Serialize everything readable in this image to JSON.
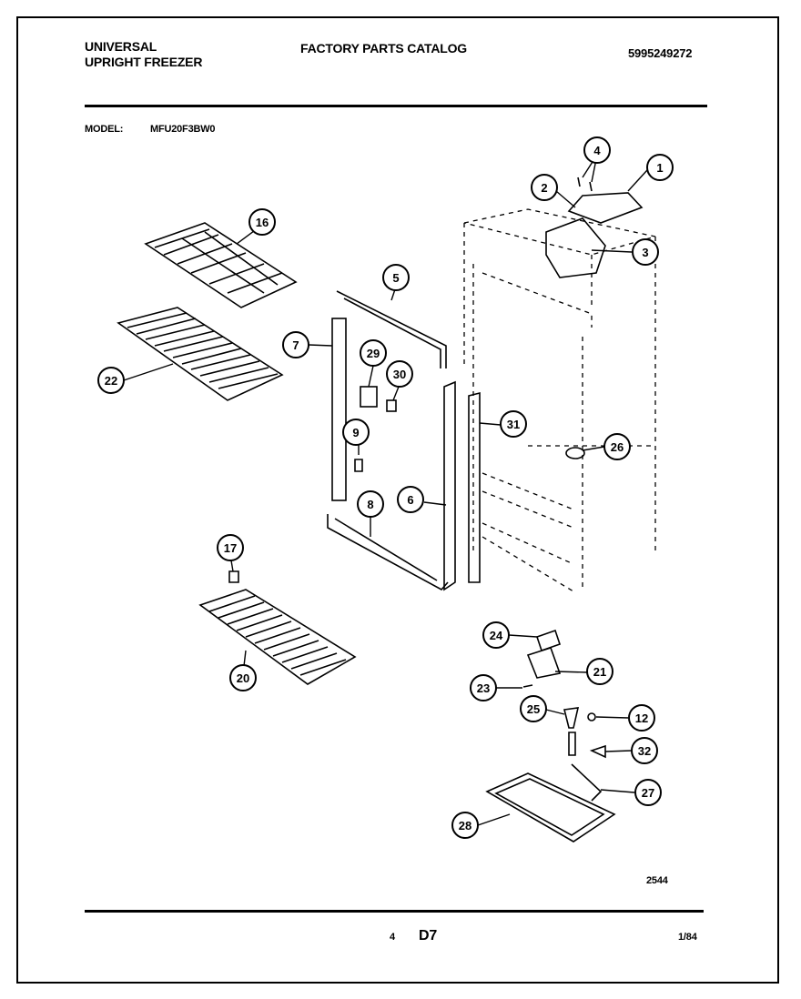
{
  "header": {
    "brand_line1": "UNIVERSAL",
    "brand_line2": "UPRIGHT FREEZER",
    "catalog_title": "FACTORY PARTS CATALOG",
    "catalog_number": "5995249272",
    "model_label": "MODEL:",
    "model_value": "MFU20F3BW0"
  },
  "diagram": {
    "drawing_number": "2544",
    "callouts": [
      "1",
      "2",
      "3",
      "4",
      "5",
      "6",
      "7",
      "8",
      "9",
      "12",
      "16",
      "17",
      "20",
      "21",
      "22",
      "23",
      "24",
      "25",
      "26",
      "27",
      "28",
      "29",
      "30",
      "31",
      "32"
    ]
  },
  "footer": {
    "page_number": "4",
    "section": "D7",
    "date": "1/84"
  }
}
